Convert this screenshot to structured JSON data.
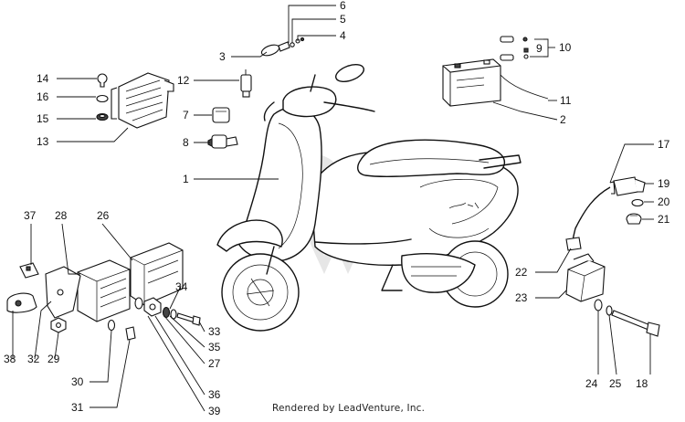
{
  "footer": "Rendered by LeadVenture, Inc.",
  "callouts": [
    "1",
    "2",
    "3",
    "4",
    "5",
    "6",
    "7",
    "8",
    "9",
    "10",
    "11",
    "12",
    "13",
    "14",
    "15",
    "16",
    "17",
    "18",
    "19",
    "20",
    "21",
    "22",
    "23",
    "24",
    "25",
    "26",
    "27",
    "28",
    "29",
    "30",
    "31",
    "32",
    "33",
    "34",
    "35",
    "36",
    "37",
    "38",
    "39"
  ]
}
